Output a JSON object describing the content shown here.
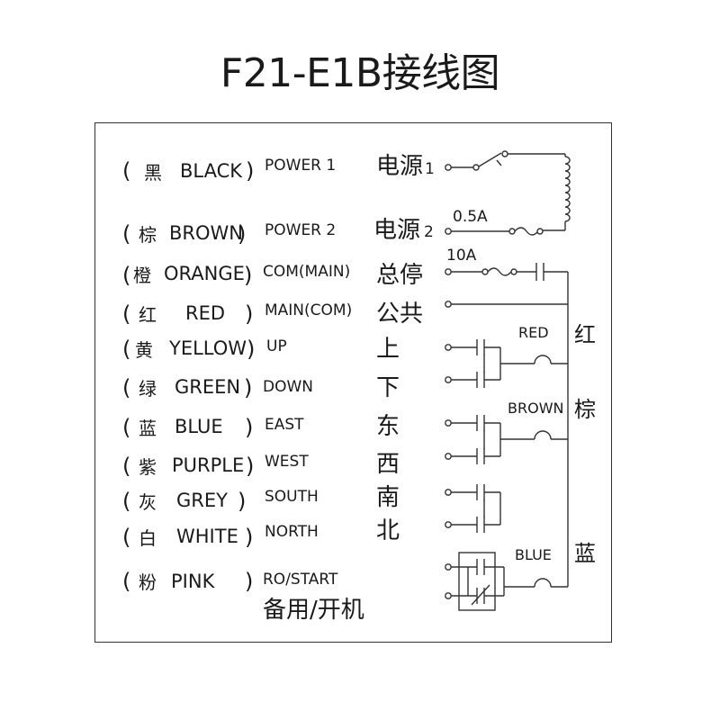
{
  "title": "F21-E1B接线图",
  "wires": [
    {
      "paren_open": "(",
      "cn": "黑",
      "en": "BLACK",
      "paren_close": ")",
      "signal": "POWER 1",
      "term_cn": "电源",
      "term_sub": "1"
    },
    {
      "paren_open": "(",
      "cn": "棕",
      "en": "BROWN",
      "paren_close": ")",
      "signal": "POWER 2",
      "term_cn": "电源",
      "term_sub": "2"
    },
    {
      "paren_open": "(",
      "cn": "橙",
      "en": "ORANGE",
      "paren_close": ")",
      "signal": "COM(MAIN)",
      "term_cn": "总停"
    },
    {
      "paren_open": "(",
      "cn": "红",
      "en": "RED",
      "paren_close": ")",
      "signal": "MAIN(COM)",
      "term_cn": "公共"
    },
    {
      "paren_open": "(",
      "cn": "黄",
      "en": "YELLOW",
      "paren_close": ")",
      "signal": "UP",
      "term_cn": "上"
    },
    {
      "paren_open": "(",
      "cn": "绿",
      "en": "GREEN",
      "paren_close": ")",
      "signal": "DOWN",
      "term_cn": "下"
    },
    {
      "paren_open": "(",
      "cn": "蓝",
      "en": "BLUE",
      "paren_close": ")",
      "signal": "EAST",
      "term_cn": "东"
    },
    {
      "paren_open": "(",
      "cn": "紫",
      "en": "PURPLE",
      "paren_close": ")",
      "signal": "WEST",
      "term_cn": "西"
    },
    {
      "paren_open": "(",
      "cn": "灰",
      "en": "GREY",
      "paren_close": ")",
      "signal": "SOUTH",
      "term_cn": "南"
    },
    {
      "paren_open": "(",
      "cn": "白",
      "en": "WHITE",
      "paren_close": ")",
      "signal": "NORTH",
      "term_cn": "北"
    },
    {
      "paren_open": "(",
      "cn": "粉",
      "en": "PINK",
      "paren_close": ")",
      "signal": "RO/START"
    }
  ],
  "pink_term_cn": "备用/开机",
  "fuse_labels": {
    "power_fuse": "0.5A",
    "main_fuse": "10A"
  },
  "relay_labels": {
    "red": "RED",
    "brown": "BROWN",
    "blue": "BLUE"
  },
  "side_labels": {
    "red": "红",
    "brown": "棕",
    "blue": "蓝"
  },
  "colors": {
    "line": "#333333",
    "text": "#1a1a1a",
    "background": "#ffffff"
  }
}
